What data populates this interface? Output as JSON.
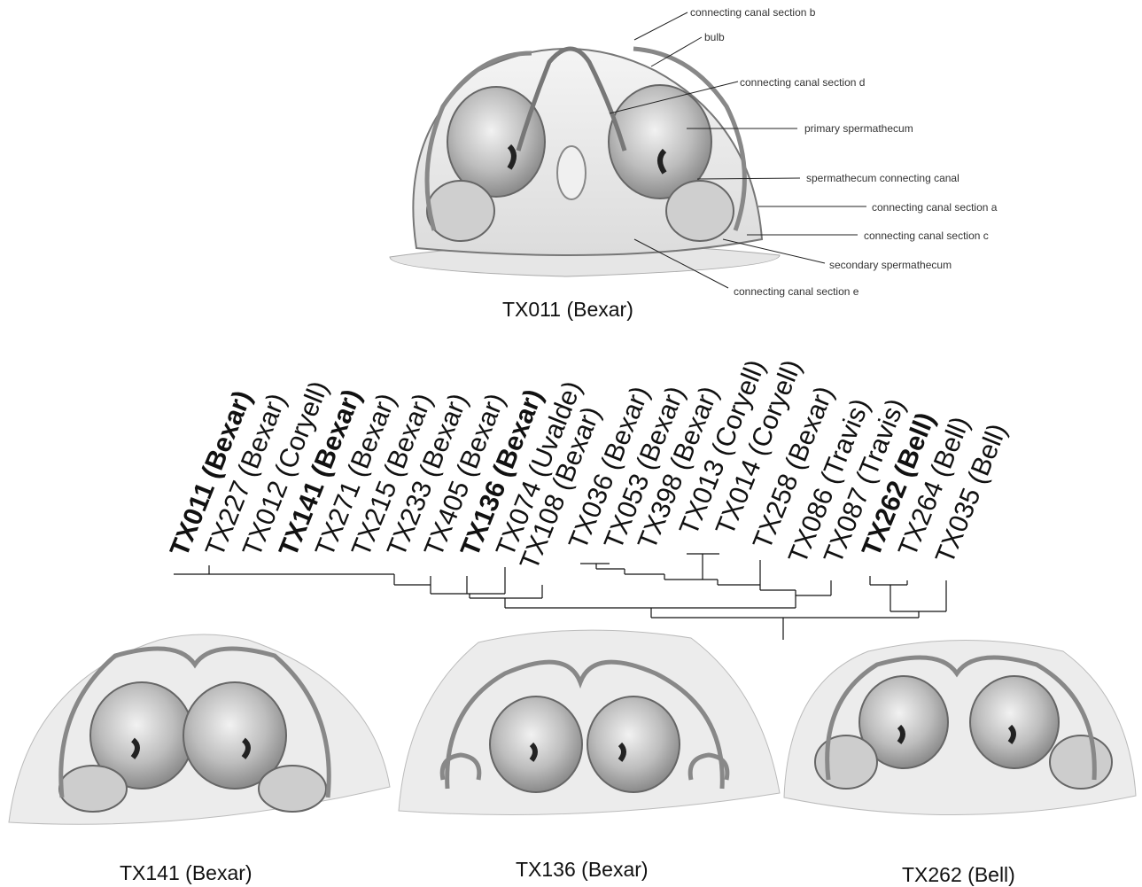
{
  "main_figure": {
    "caption": "TX011 (Bexar)",
    "annotations": [
      "connecting canal section b",
      "bulb",
      "connecting canal section d",
      "primary spermathecum",
      "spermathecum connecting canal",
      "connecting canal section a",
      "connecting canal section c",
      "secondary spermathecum",
      "connecting canal section e"
    ]
  },
  "tree": {
    "taxa": [
      {
        "id": "TX011",
        "locality": "(Bexar)",
        "bold": true
      },
      {
        "id": "TX227",
        "locality": "(Bexar)",
        "bold": false
      },
      {
        "id": "TX012",
        "locality": "(Coryell)",
        "bold": false
      },
      {
        "id": "TX141",
        "locality": "(Bexar)",
        "bold": true
      },
      {
        "id": "TX271",
        "locality": "(Bexar)",
        "bold": false
      },
      {
        "id": "TX215",
        "locality": "(Bexar)",
        "bold": false
      },
      {
        "id": "TX233",
        "locality": "(Bexar)",
        "bold": false
      },
      {
        "id": "TX405",
        "locality": "(Bexar)",
        "bold": false
      },
      {
        "id": "TX136",
        "locality": "(Bexar)",
        "bold": true
      },
      {
        "id": "TX074",
        "locality": "(Uvalde)",
        "bold": false
      },
      {
        "id": "TX108",
        "locality": "(Bexar)",
        "bold": false
      },
      {
        "id": "TX036",
        "locality": "(Bexar)",
        "bold": false
      },
      {
        "id": "TX053",
        "locality": "(Bexar)",
        "bold": false
      },
      {
        "id": "TX398",
        "locality": "(Bexar)",
        "bold": false
      },
      {
        "id": "TX013",
        "locality": "(Coryell)",
        "bold": false
      },
      {
        "id": "TX014",
        "locality": "(Coryell)",
        "bold": false
      },
      {
        "id": "TX258",
        "locality": "(Bexar)",
        "bold": false
      },
      {
        "id": "TX086",
        "locality": "(Travis)",
        "bold": false
      },
      {
        "id": "TX087",
        "locality": "(Travis)",
        "bold": false
      },
      {
        "id": "TX262",
        "locality": "(Bell)",
        "bold": true
      },
      {
        "id": "TX264",
        "locality": "(Bell)",
        "bold": false
      },
      {
        "id": "TX035",
        "locality": "(Bell)",
        "bold": false
      }
    ]
  },
  "bottom_figures": [
    {
      "caption": "TX141 (Bexar)"
    },
    {
      "caption": "TX136 (Bexar)"
    },
    {
      "caption": "TX262 (Bell)"
    }
  ]
}
